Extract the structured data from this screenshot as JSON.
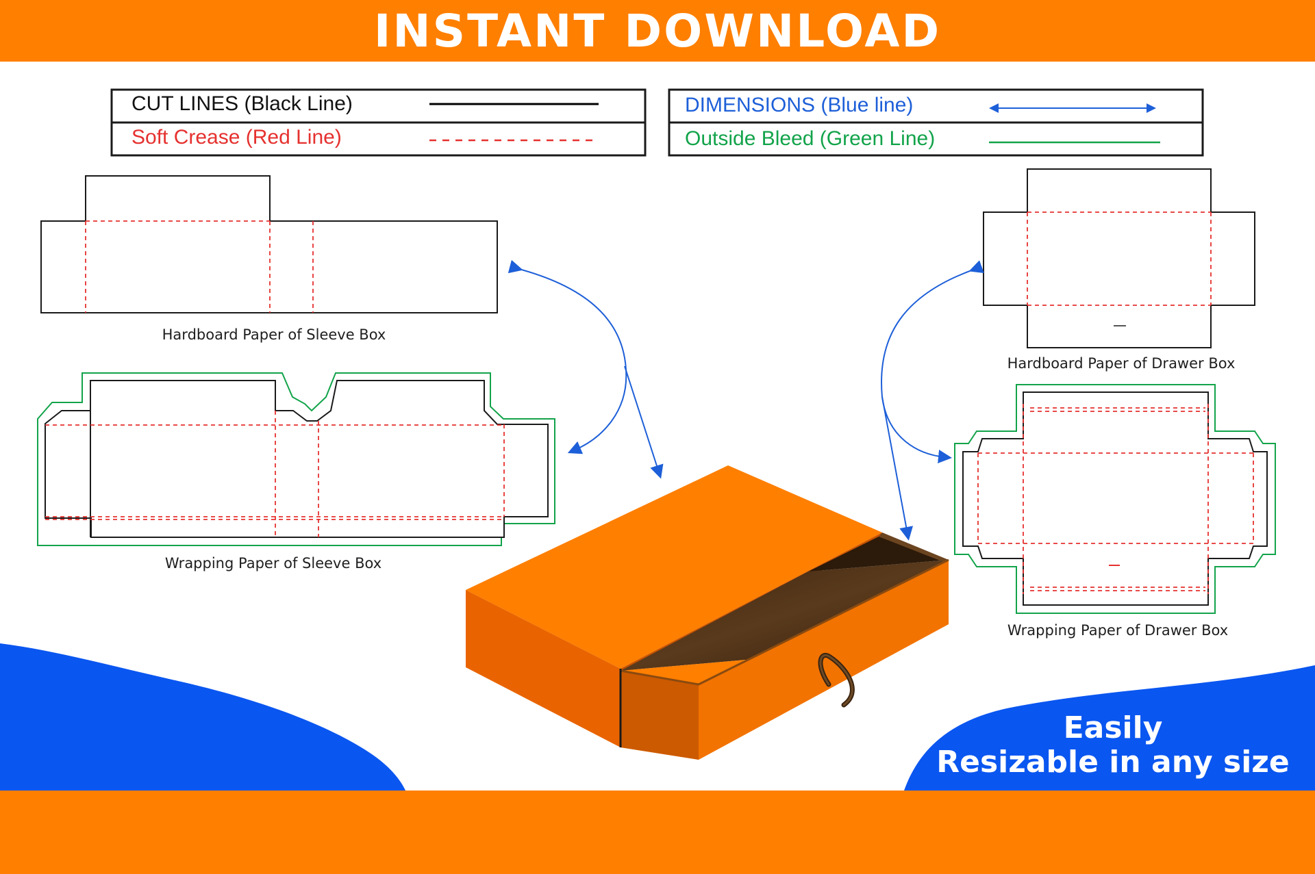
{
  "banner": {
    "title": "INSTANT DOWNLOAD"
  },
  "legend": {
    "cut_lines": {
      "label": "CUT LINES (Black Line)",
      "color": "#000000"
    },
    "soft_crease": {
      "label": "Soft Crease (Red Line)",
      "color": "#e5312f"
    },
    "dimensions": {
      "label": "DIMENSIONS (Blue line)",
      "color": "#1d5fd8"
    },
    "outside_bleed": {
      "label": "Outside Bleed (Green Line)",
      "color": "#12a34a"
    }
  },
  "captions": {
    "sleeve_hardboard": "Hardboard Paper of Sleeve Box",
    "sleeve_wrapping": "Wrapping Paper of Sleeve Box",
    "drawer_hardboard": "Hardboard Paper of Drawer Box",
    "drawer_wrapping": "Wrapping Paper of Drawer Box"
  },
  "promo": {
    "line1": "Easily",
    "line2": "Resizable in any size"
  },
  "colors": {
    "brand_orange": "#ff7f00",
    "accent_blue": "#0a56f0",
    "box_orange": "#ff7f00"
  }
}
